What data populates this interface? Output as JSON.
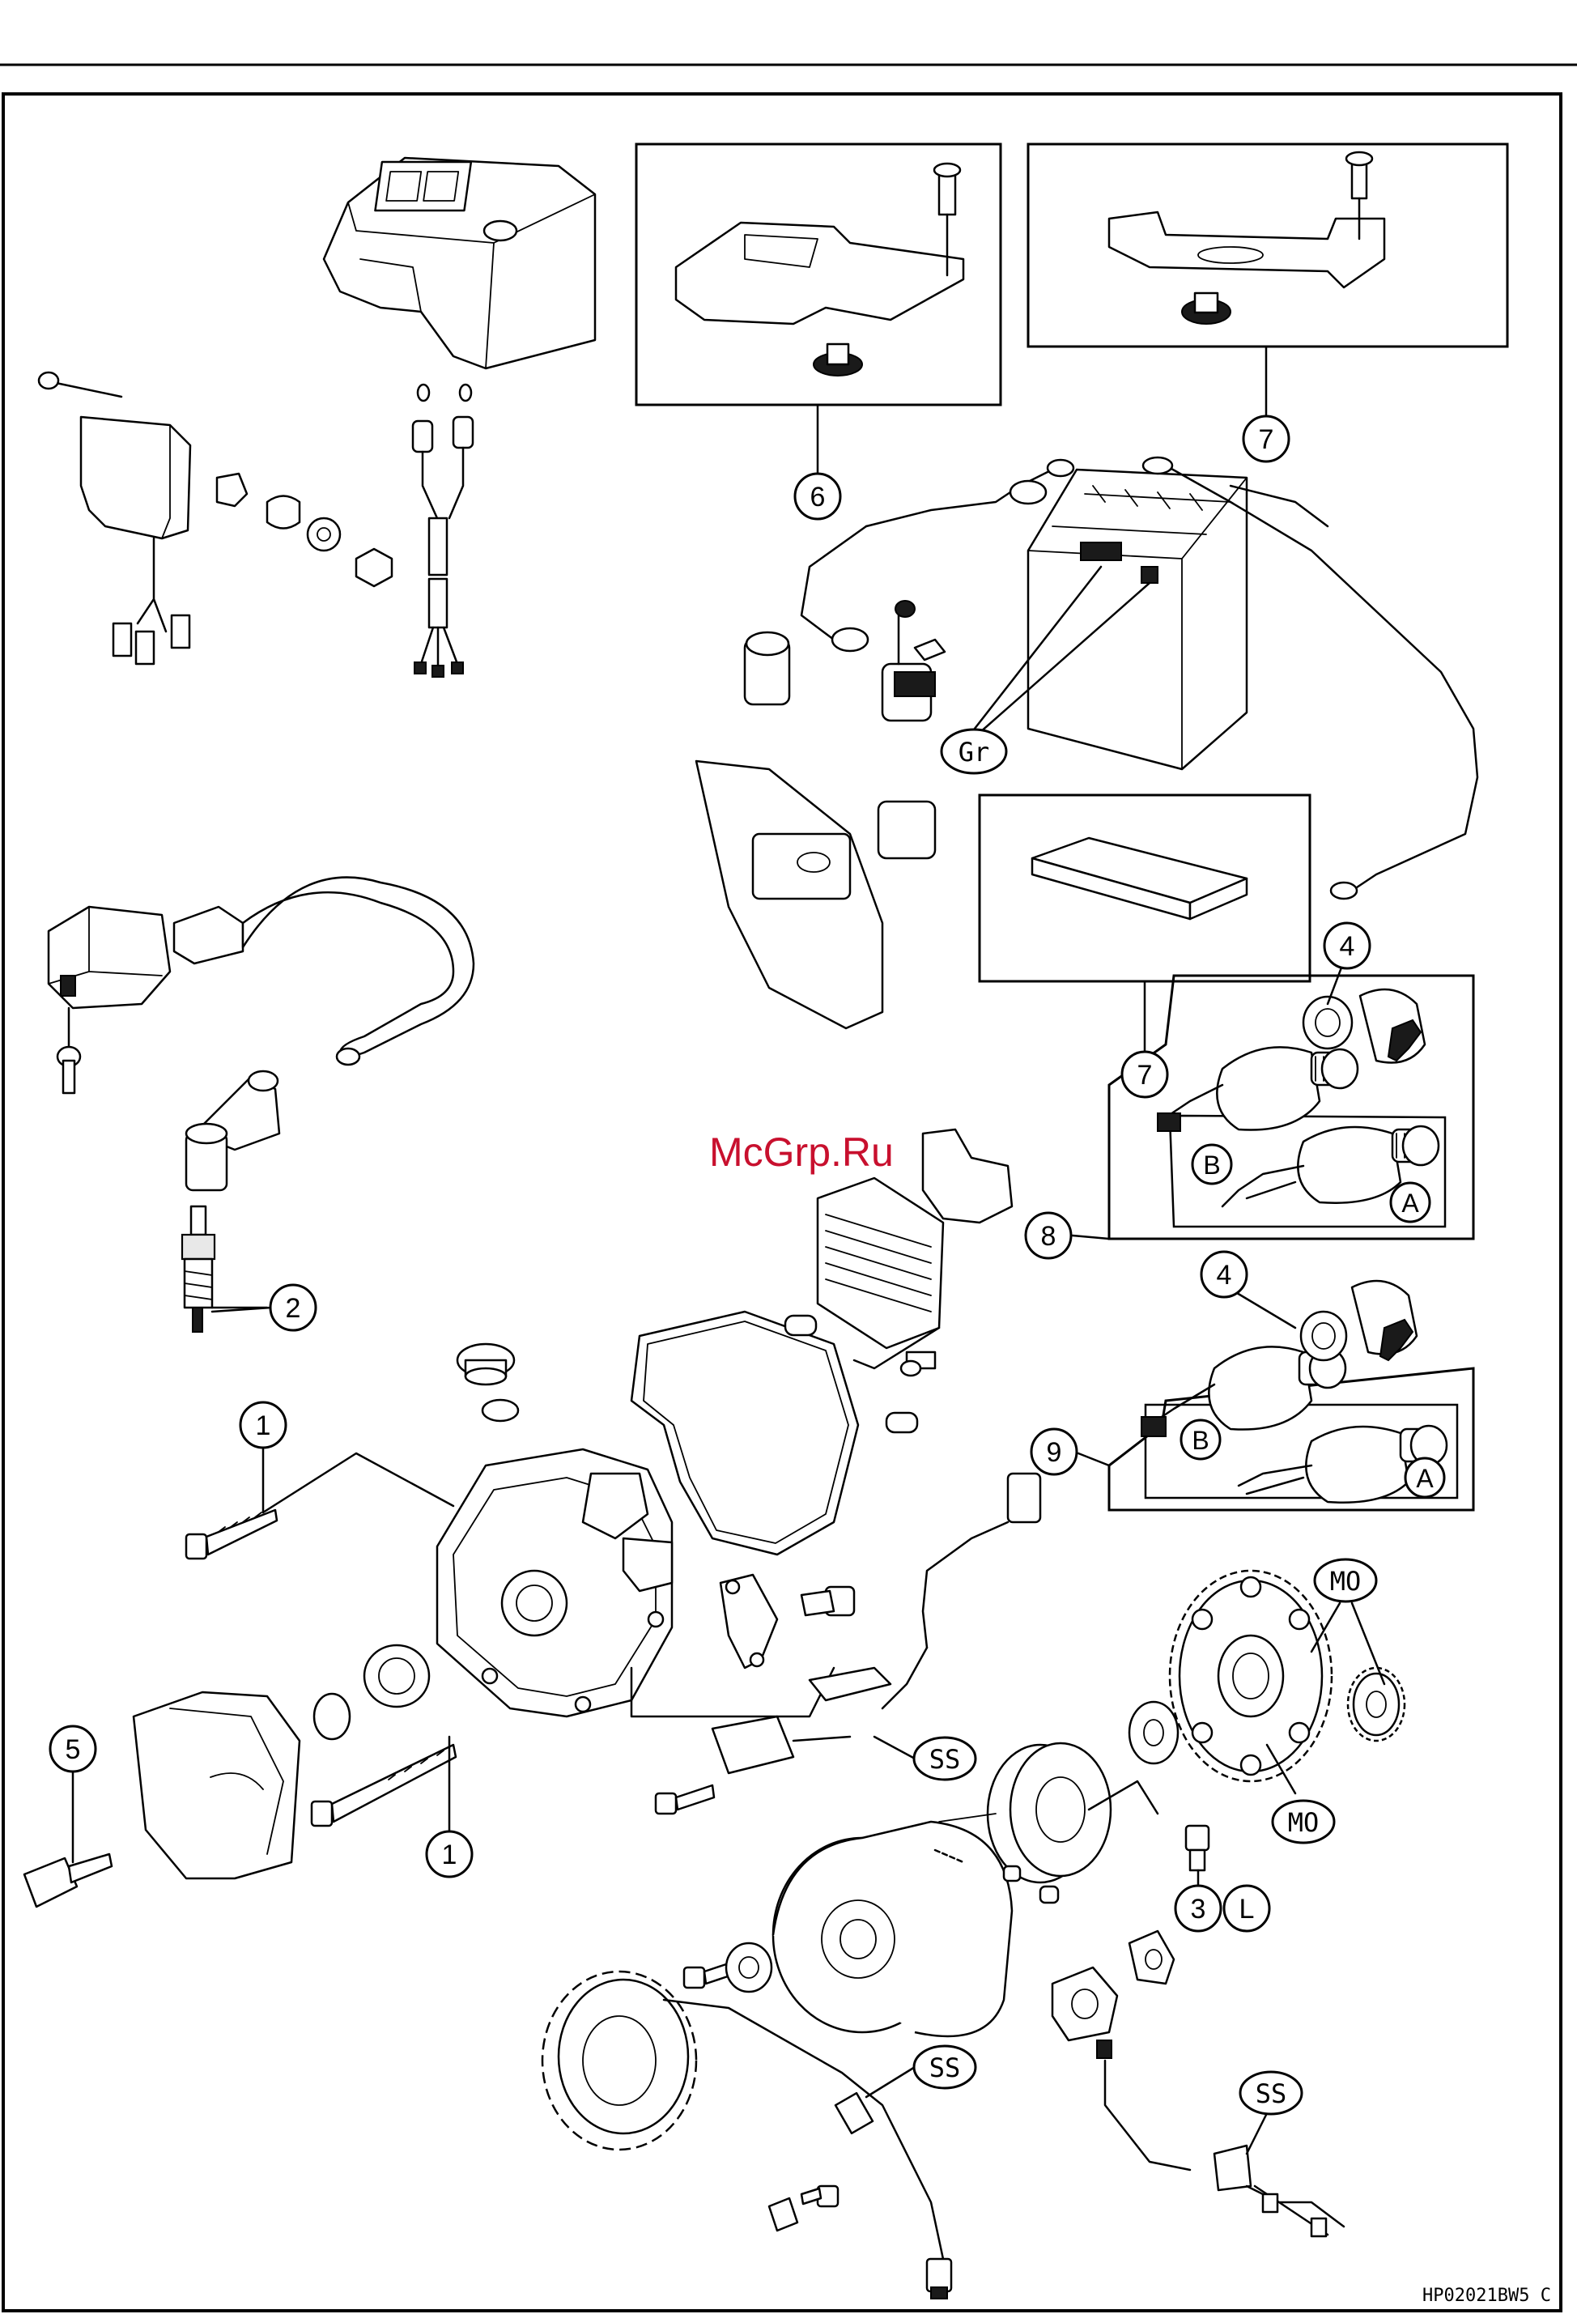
{
  "watermark": "McGrp.Ru",
  "drawing_code": "HP02021BW5 C",
  "labels": {
    "n1a": "1",
    "n1b": "1",
    "n2": "2",
    "n3": "3",
    "L": "L",
    "n4a": "4",
    "n4b": "4",
    "n5": "5",
    "n6": "6",
    "n7a": "7",
    "n7b": "7",
    "n8": "8",
    "n9": "9",
    "Gr": "Gr",
    "MOa": "MO",
    "MOb": "MO",
    "SSa": "SS",
    "SSb": "SS",
    "SSc": "SS",
    "A8": "A",
    "B8": "B",
    "A9": "A",
    "B9": "B"
  }
}
